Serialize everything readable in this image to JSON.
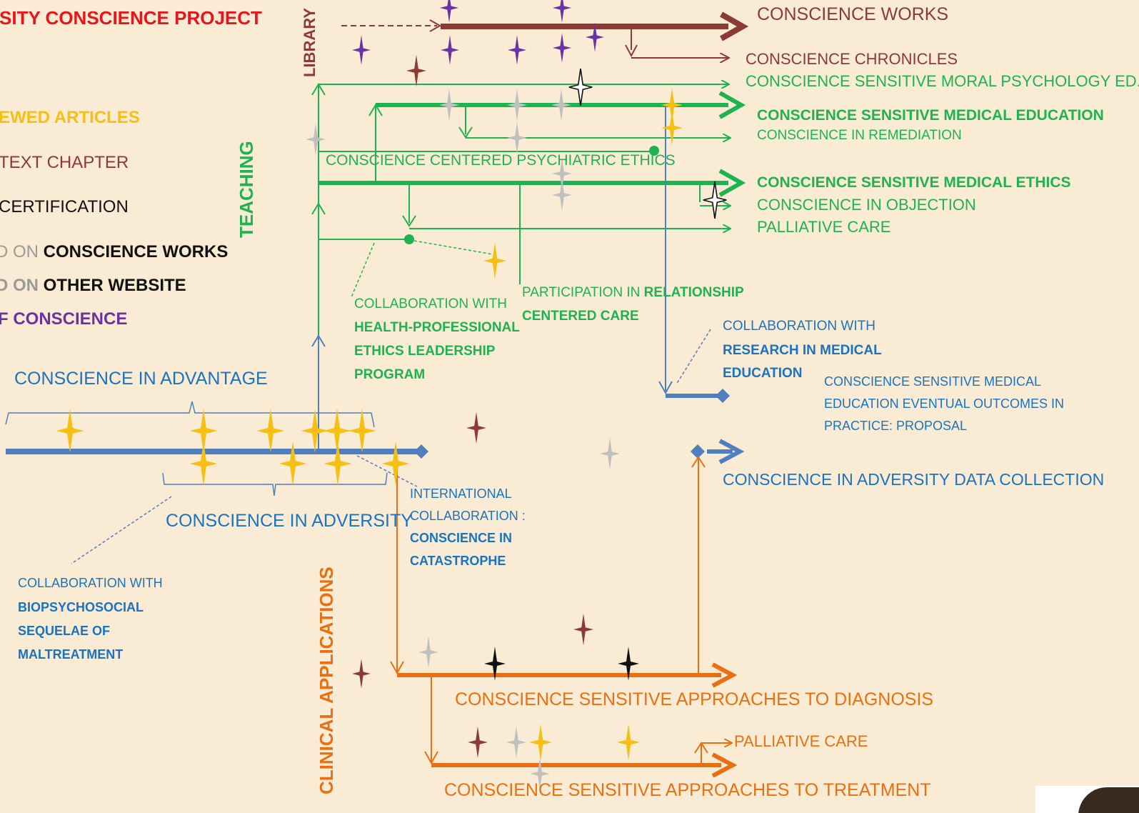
{
  "colors": {
    "background": "#faebd4",
    "red": "#e8151b",
    "brown": "#8b3a38",
    "gold": "#f5bf14",
    "green": "#1db350",
    "blue": "#4f7fbe",
    "blue_text": "#1a73c1",
    "orange": "#e87012",
    "purple": "#6a33a3",
    "gray": "#c0c0c0",
    "black": "#111111"
  },
  "legend": {
    "title": "SITY CONSCIENCE PROJECT",
    "item1": "EWED ARTICLES",
    "item2": "TEXT CHAPTER",
    "item3": "CERTIFICATION",
    "item4_prefix": "D ON ",
    "item4_bold": "CONSCIENCE WORKS",
    "item5_prefix": "D ON ",
    "item5_bold": "OTHER WEBSITE",
    "item6_prefix": "F ",
    "item6_bold": "CONSCIENCE"
  },
  "axis_labels": {
    "library": "LIBRARY",
    "teaching": "TEACHING",
    "clinical": "CLINICAL APPLICATIONS"
  },
  "library": {
    "works": "CONSCIENCE WORKS",
    "chronicles": "CONSCIENCE CHRONICLES"
  },
  "teaching": {
    "moral_psych": "CONSCIENCE SENSITIVE MORAL  PSYCHOLOGY ED.",
    "med_ed": "CONSCIENCE SENSITIVE MEDICAL EDUCATION",
    "remediation": "CONSCIENCE IN REMEDIATION",
    "psych_ethics": "CONSCIENCE CENTERED PSYCHIATRIC ETHICS",
    "med_ethics": "CONSCIENCE SENSITIVE MEDICAL ETHICS",
    "objection": "CONSCIENCE IN OBJECTION",
    "palliative": "PALLIATIVE  CARE"
  },
  "collab_hpel": {
    "line1": "COLLABORATION WITH",
    "line2": "HEALTH-PROFESSIONAL",
    "line3": "ETHICS LEADERSHIP",
    "line4": "PROGRAM"
  },
  "participation": {
    "line1_prefix": "PARTICIPATION IN ",
    "line1_bold": "RELATIONSHIP",
    "line2": "CENTERED CARE"
  },
  "collab_rme": {
    "line1": "COLLABORATION WITH",
    "line2": "RESEARCH IN MEDICAL",
    "line3": "EDUCATION"
  },
  "outcomes": {
    "line1": "CONSCIENCE SENSITIVE MEDICAL",
    "line2": "EDUCATION EVENTUAL OUTCOMES IN",
    "line3": "PRACTICE: PROPOSAL"
  },
  "advantage": "CONSCIENCE IN ADVANTAGE",
  "adversity": "CONSCIENCE IN ADVERSITY",
  "data_collection": "CONSCIENCE IN ADVERSITY DATA COLLECTION",
  "intl": {
    "line1": "INTERNATIONAL",
    "line2": "COLLABORATION :",
    "line3": "CONSCIENCE IN",
    "line4": "CATASTROPHE"
  },
  "collab_bio": {
    "line1": "COLLABORATION WITH",
    "line2": "BIOPSYCHOSOCIAL",
    "line3": "SEQUELAE OF",
    "line4": "MALTREATMENT"
  },
  "clinical": {
    "diagnosis": "CONSCIENCE SENSITIVE APPROACHES TO DIAGNOSIS",
    "palliative": "PALLIATIVE  CARE",
    "treatment": "CONSCIENCE SENSITIVE APPROACHES TO TREATMENT"
  }
}
